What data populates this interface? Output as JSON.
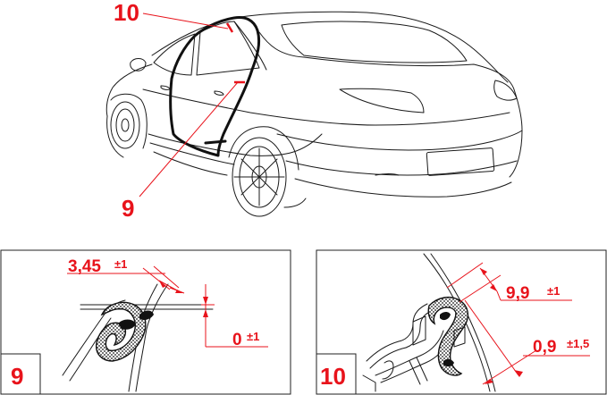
{
  "callouts": {
    "top_label": "10",
    "mid_label": "9"
  },
  "panel_left": {
    "number": "9",
    "dim_a_value": "3,45",
    "dim_a_tol": "±1",
    "dim_b_value": "0",
    "dim_b_tol": "±1"
  },
  "panel_right": {
    "number": "10",
    "dim_a_value": "9,9",
    "dim_a_tol": "±1",
    "dim_b_value": "0,9",
    "dim_b_tol": "±1,5"
  },
  "colors": {
    "accent": "#e8131b",
    "line": "#1a1a1a"
  }
}
